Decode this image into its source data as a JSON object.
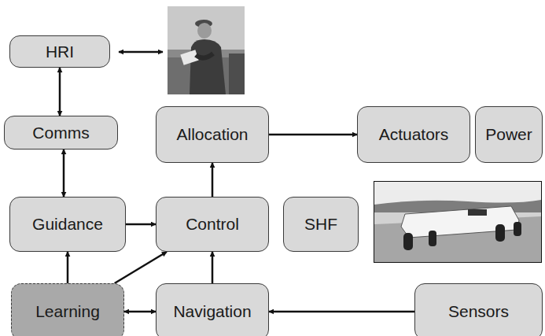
{
  "diagram": {
    "nodes": [
      {
        "text": [
          "HRI"
        ]
      },
      {
        "text": [
          "Comms"
        ]
      },
      {
        "text": [
          "Allocation"
        ]
      },
      {
        "text": [
          "Actuators"
        ]
      },
      {
        "text": [
          "Power"
        ]
      },
      {
        "text": [
          "Guidance"
        ]
      },
      {
        "text": [
          "Control"
        ]
      },
      {
        "text": [
          "SHF"
        ]
      },
      {
        "text": [
          "Learning"
        ]
      },
      {
        "text": [
          "Navigation"
        ]
      },
      {
        "text": [
          "Sensors"
        ]
      }
    ],
    "edges": [
      {
        "from": 0,
        "to": 1,
        "arrow": "both"
      },
      {
        "from": 1,
        "to": 5,
        "arrow": "both"
      },
      {
        "from": 5,
        "to": 6,
        "arrow": "to"
      },
      {
        "from": 8,
        "to": 5,
        "arrow": "to"
      },
      {
        "from": 8,
        "to": 6,
        "arrow": "to"
      },
      {
        "from": 8,
        "to": 9,
        "arrow": "both"
      },
      {
        "from": 9,
        "to": 6,
        "arrow": "to"
      },
      {
        "from": 6,
        "to": 2,
        "arrow": "to"
      },
      {
        "from": 2,
        "to": 3,
        "arrow": "to"
      },
      {
        "from": 10,
        "to": 9,
        "arrow": "to"
      }
    ]
  }
}
